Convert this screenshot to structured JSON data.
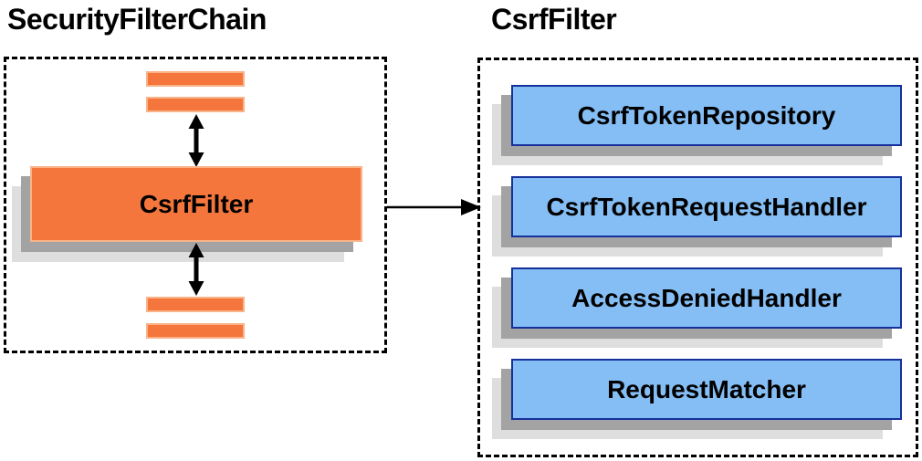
{
  "diagram": {
    "left": {
      "title": "SecurityFilterChain",
      "filter_box_label": "CsrfFilter",
      "placeholder_bar_count": 4
    },
    "right": {
      "title": "CsrfFilter",
      "components": [
        {
          "label": "CsrfTokenRepository"
        },
        {
          "label": "CsrfTokenRequestHandler"
        },
        {
          "label": "AccessDeniedHandler"
        },
        {
          "label": "RequestMatcher"
        }
      ]
    },
    "icons": {
      "vertical_connector": "up-down-arrow-icon",
      "link_connector": "right-arrow-icon"
    },
    "colors": {
      "orange_fill": "#F4763C",
      "orange_border": "#F9B388",
      "blue_fill": "#85BEF5",
      "blue_border": "#16309C",
      "shadow_medium": "#A3A3A3",
      "shadow_light": "#DEDEDE",
      "dashed_border": "#000000",
      "arrow": "#000000",
      "text": "#000000"
    }
  }
}
